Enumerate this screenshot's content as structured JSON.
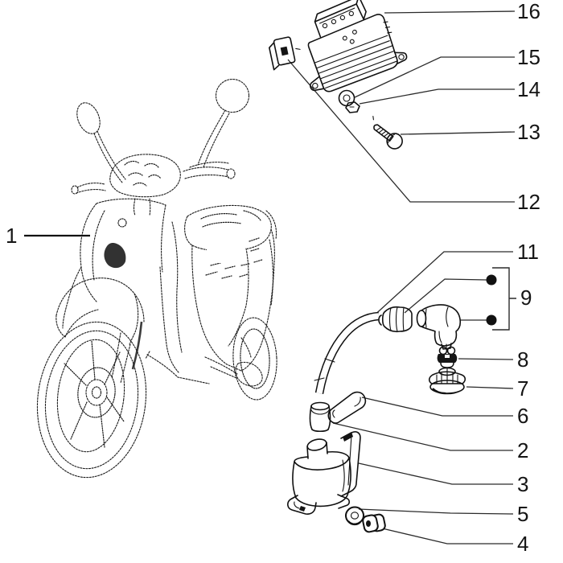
{
  "figure": {
    "type": "exploded-parts-diagram",
    "background_color": "#ffffff",
    "line_color": "#1a1a1a",
    "label_color": "#151515"
  },
  "callouts": {
    "c1": "1",
    "c2": "2",
    "c3": "3",
    "c4": "4",
    "c5": "5",
    "c6": "6",
    "c7": "7",
    "c8": "8",
    "c9": "9",
    "c11": "11",
    "c12": "12",
    "c13": "13",
    "c14": "14",
    "c15": "15",
    "c16": "16"
  }
}
